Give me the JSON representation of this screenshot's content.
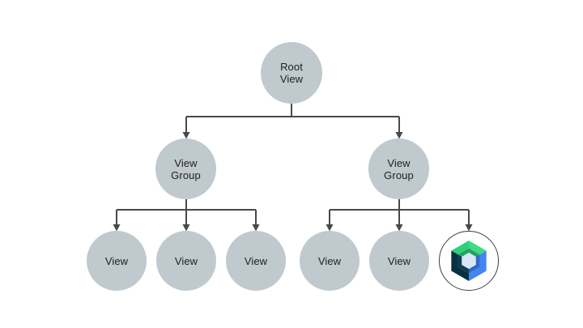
{
  "diagram": {
    "description": "View hierarchy tree",
    "nodes": {
      "root": {
        "label": "Root\nView"
      },
      "view_group_left": {
        "label": "View\nGroup"
      },
      "view_group_right": {
        "label": "View\nGroup"
      },
      "view_left_1": {
        "label": "View"
      },
      "view_left_2": {
        "label": "View"
      },
      "view_left_3": {
        "label": "View"
      },
      "view_right_1": {
        "label": "View"
      },
      "view_right_2": {
        "label": "View"
      },
      "compose_node": {
        "label": "",
        "icon": "jetpack-compose-logo"
      }
    },
    "edges": [
      {
        "from": "root",
        "to": "view_group_left"
      },
      {
        "from": "root",
        "to": "view_group_right"
      },
      {
        "from": "view_group_left",
        "to": "view_left_1"
      },
      {
        "from": "view_group_left",
        "to": "view_left_2"
      },
      {
        "from": "view_group_left",
        "to": "view_left_3"
      },
      {
        "from": "view_group_right",
        "to": "view_right_1"
      },
      {
        "from": "view_group_right",
        "to": "view_right_2"
      },
      {
        "from": "view_group_right",
        "to": "compose_node"
      }
    ],
    "colors": {
      "background": "#FFFFFF",
      "node_fill": "#C0C9CE",
      "node_text": "#202124",
      "connector": "#46494D",
      "compose_ring": "#3C4043",
      "compose_green": "#3EDC84",
      "compose_green_shadow": "#33CD79",
      "compose_green_dark": "#1FA563",
      "compose_blue": "#4285F4",
      "compose_blue_dark": "#3566C4",
      "compose_navy": "#073042",
      "compose_navy_light": "#0E3B50",
      "compose_light": "#D8E6F6"
    }
  }
}
